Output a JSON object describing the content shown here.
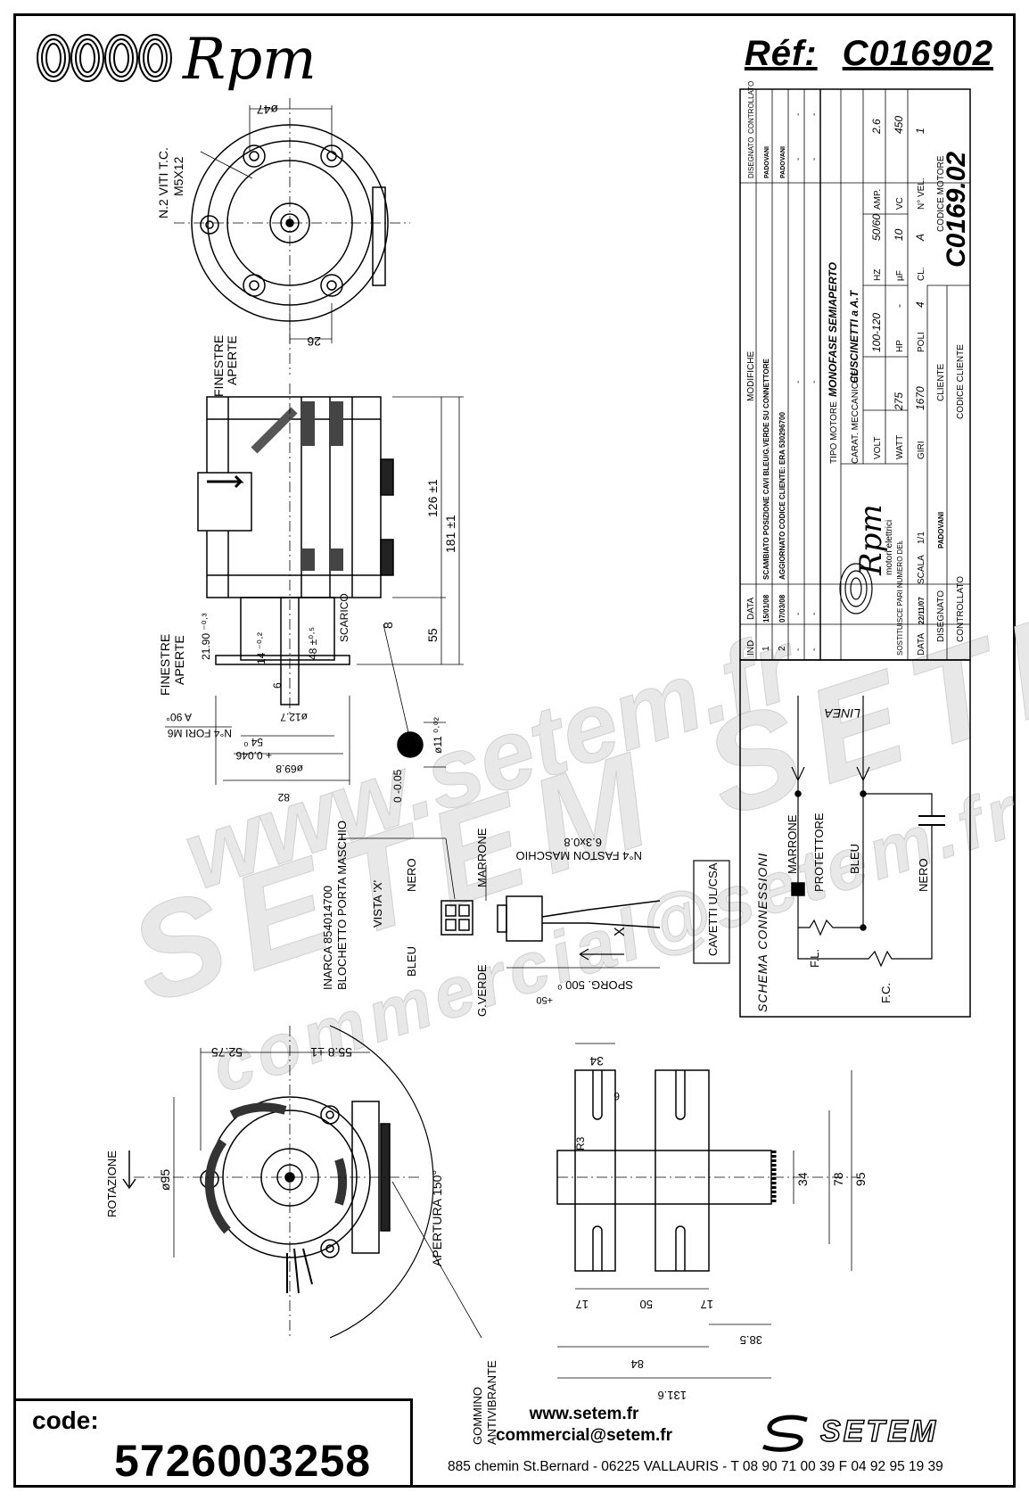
{
  "header": {
    "brand": "Rpm",
    "ref_label": "Réf:",
    "ref_value": "C016902"
  },
  "top_view": {
    "screws_line1": "N.2 VITI T.C.",
    "screws_line2": "M5X12",
    "dim_diameter": "ø47",
    "dim_26": "26"
  },
  "side_view": {
    "windows_top_line1": "FINESTRE",
    "windows_top_line2": "APERTE",
    "windows_bottom_line1": "FINESTRE",
    "windows_bottom_line2": "APERTE",
    "dim_126": "126 ±1",
    "dim_181": "181 ±1",
    "dim_55": "55",
    "dim_8": "8",
    "dim_21_90": "21.90 ⁻⁰·³",
    "dim_14": "14 ⁻⁰·²",
    "dim_48": "48 ±⁰·⁵",
    "dim_6": "6",
    "dim_12_7": "ø12.7",
    "scarico": "SCARICO",
    "holes": "N°4 FORI M6",
    "holes_angle": "A 90°",
    "dim_54": "54 ⁰",
    "dim_54_tol": "+ 0.046",
    "dim_69_8": "ø69.8",
    "dim_82": "82",
    "shaft_dim": "ø11 ⁰·⁰²",
    "shaft_tol": "0 -0.05"
  },
  "connector": {
    "inarca_line1": "INARCA 854014700",
    "inarca_line2": "BLOCHETTO PORTA MASCHIO",
    "vista": "VISTA 'X'",
    "nero": "NERO",
    "marrone": "MARRONE",
    "bleu": "BLEU",
    "g_verde": "G.VERDE",
    "faston_line1": "N°4 FASTON MASCHIO",
    "faston_line2": "6.3x0.8",
    "cavetti": "CAVETTI UL/CSA",
    "x_label": "X",
    "sporg": "SPORG. 500 ⁰",
    "sporg_tol": "+50"
  },
  "title_block": {
    "rev_rows": [
      {
        "ind": "-",
        "data": "-",
        "modifiche": "-",
        "disegnato": "-",
        "controllato": "-"
      },
      {
        "ind": "-",
        "data": "-",
        "modifiche": "-",
        "disegnato": "-",
        "controllato": "-"
      },
      {
        "ind": "2",
        "data": "07/03/08",
        "modifiche": "AGGIORNATO CODICE CLIENTE: ERA 530296700",
        "disegnato": "PADOVANI",
        "controllato": ""
      },
      {
        "ind": "1",
        "data": "15/01/08",
        "modifiche": "SCAMBIATO POSIZIONE CAVI BLEU/G.VERDE SU CONNETTORE",
        "disegnato": "PADOVANI",
        "controllato": ""
      }
    ],
    "hdr_ind": "IND",
    "hdr_data": "DATA",
    "hdr_modifiche": "MODIFICHE",
    "hdr_disegnato": "DISEGNATO",
    "hdr_controllato": "CONTROLLATO",
    "tipo_motore_label": "TIPO MOTORE",
    "tipo_motore": "MONOFASE SEMIAPERTO",
    "carat_label": "CARAT. MECCANICHE",
    "carat": "CUSCINETTI a A.T",
    "volt_label": "VOLT",
    "volt": "100-120",
    "hz_label": "HZ",
    "hz": "50/60",
    "amp_label": "AMP.",
    "amp": "2.6",
    "watt_label": "WATT",
    "watt": "275",
    "hp_label": "HP",
    "hp": "-",
    "uf_label": "µF",
    "uf": "10",
    "vc_label": "VC",
    "vc": "450",
    "giri_label": "GIRI",
    "giri": "1670",
    "poli_label": "POLI",
    "poli": "4",
    "cl_label": "CL.",
    "cl": "A",
    "nvel_label": "N° VEL.",
    "nvel": "1",
    "cliente_label": "CLIENTE",
    "codice_motore_label": "CODICE MOTORE",
    "codice_motore": "C0169.02",
    "codice_cliente_label": "CODICE CLIENTE",
    "sostituisce_label": "SOSTITUISCE PARI NUMERO DEL",
    "sostituisce": "-",
    "data_label": "DATA",
    "data": "22/11/07",
    "scala_label": "SCALA",
    "scala": "1/1",
    "disegnato_label": "DISEGNATO",
    "disegnato": "PADOVANI",
    "controllato_label": "CONTROLLATO",
    "brand": "Rpm",
    "brand_sub": "motori elettrici"
  },
  "schema": {
    "title": "SCHEMA CONNESSIONI",
    "linea": "LINEA",
    "marrone": "MARRONE",
    "protettore": "PROTETTORE",
    "bleu": "BLEU",
    "nero": "NERO",
    "fl": "F.L.",
    "fc": "F.C."
  },
  "front_view": {
    "dim_52_75": "52.75",
    "dim_55_8": "55.8 ±1",
    "dim_95": "ø95",
    "rotazione": "ROTAZIONE",
    "apertura": "APERTURA 150°",
    "gommino_line1": "GOMMINO",
    "gommino_line2": "ANTIVIBRANTE"
  },
  "bracket": {
    "dim_34_top": "34",
    "dim_6": "6",
    "dim_r3": "R3",
    "dim_34": "34",
    "dim_78": "78",
    "dim_95": "95",
    "dim_17a": "17",
    "dim_50": "50",
    "dim_17b": "17",
    "dim_84": "84",
    "dim_38_5": "38.5",
    "dim_131_6": "131.6"
  },
  "footer": {
    "code_label": "code:",
    "code_value": "5726003258",
    "web": "www.setem.fr",
    "email": "commercial@setem.fr",
    "address": "885 chemin St.Bernard  -  06225 VALLAURIS  -  T 08 90 71 00 39   F 04 92 95 19 39",
    "setem": "SETEM"
  },
  "watermark": {
    "line1": "www.setem.fr",
    "line2": "SETEM SETEM",
    "line3": "commercial@setem.fr"
  }
}
